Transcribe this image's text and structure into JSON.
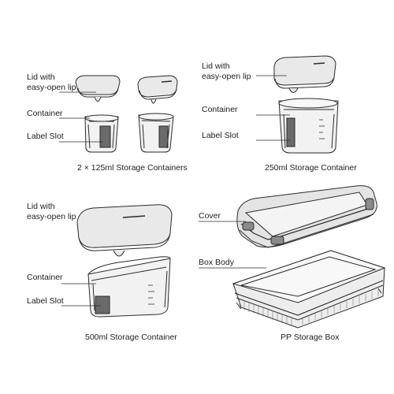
{
  "sets": {
    "small": {
      "lid_label": "Lid with\neasy-open lip",
      "container_label": "Container",
      "slot_label": "Label Slot",
      "caption": "2 × 125ml Storage Containers"
    },
    "medium": {
      "lid_label": "Lid with\neasy-open lip",
      "container_label": "Container",
      "slot_label": "Label Slot",
      "caption": "250ml Storage Container"
    },
    "large": {
      "lid_label": "Lid with\neasy-open lip",
      "container_label": "Container",
      "slot_label": "Label Slot",
      "caption": "500ml Storage Container"
    },
    "pp_box": {
      "cover_label": "Cover",
      "body_label": "Box Body",
      "caption": "PP Storage Box"
    }
  },
  "colors": {
    "line": "#2b2b2b",
    "fill": "#f2f2f2",
    "lid": "#e9e9e9",
    "dark": "#555555"
  }
}
